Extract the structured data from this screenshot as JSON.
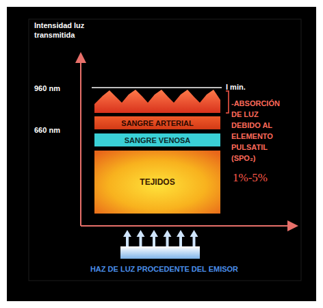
{
  "diagram": {
    "nodes": [
      {
        "text": [
          "SANGRE ARTERIAL"
        ]
      },
      {
        "text": [
          "SANGRE VENOSA"
        ]
      },
      {
        "text": [
          "TEJIDOS"
        ]
      }
    ],
    "labels": [
      "Intensidad luz transmitida",
      "960 nm",
      "660 nm",
      "I min.",
      "-ABSORCIÓN DE LUZ DEBIDO AL ELEMENTO PULSATIL (SPO₂)",
      "1%-5%",
      "HAZ DE LUZ PROCEDENTE DEL EMISOR"
    ]
  }
}
